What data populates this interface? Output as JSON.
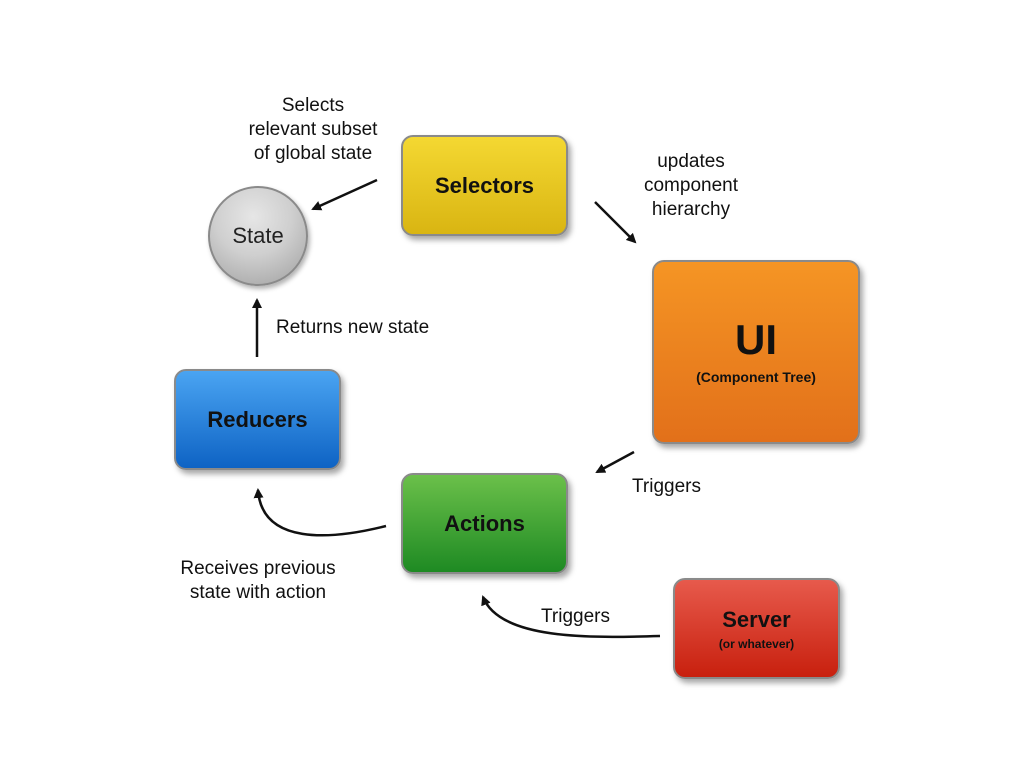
{
  "nodes": {
    "state": {
      "label": "State"
    },
    "selectors": {
      "label": "Selectors"
    },
    "ui": {
      "title": "UI",
      "subtitle": "(Component Tree)"
    },
    "reducers": {
      "label": "Reducers"
    },
    "actions": {
      "label": "Actions"
    },
    "server": {
      "title": "Server",
      "subtitle": "(or whatever)"
    }
  },
  "edge_labels": {
    "selects": [
      "Selects",
      "relevant subset",
      "of global state"
    ],
    "updates": [
      "updates",
      "component",
      "hierarchy"
    ],
    "returns": "Returns new state",
    "triggers_ui": "Triggers",
    "triggers_server": "Triggers",
    "receives": [
      "Receives previous",
      "state with action"
    ]
  },
  "colors": {
    "selectors": "#f4d832",
    "ui": "#f08a1f",
    "reducers": "#2a86e0",
    "actions": "#3ea83a",
    "server": "#e03a28",
    "state": "#c8c8c8"
  }
}
